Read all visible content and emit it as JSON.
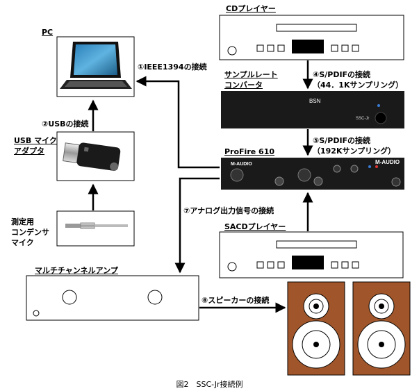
{
  "labels": {
    "pc": "PC",
    "usb_adapter": [
      "USB マイク",
      "アダプタ"
    ],
    "mic": [
      "測定用",
      "コンデンサ",
      "マイク"
    ],
    "cd_player": "CDプレイヤー",
    "src": [
      "サンプルレート",
      "コンバータ"
    ],
    "profire": "ProFire 610",
    "sacd_player": "SACDプレイヤー",
    "amp": "マルチチャンネルアンプ"
  },
  "connections": {
    "c1": "①IEEE1394の接続",
    "c2": "②USBの接続",
    "c4": [
      "④S/PDIFの接続",
      "（44．1Kサンプリング）"
    ],
    "c5": [
      "⑤S/PDIFの接続",
      "（192Kサンプリング）"
    ],
    "c7": "⑦アナログ出力信号の接続",
    "c8": "⑧スピーカーの接続"
  },
  "device_text": {
    "bsn": "BSN",
    "ssc_jr": "SSC-Jr",
    "m_audio": "M-AUDIO"
  },
  "caption": "図2　SSC-Jr接続例",
  "colors": {
    "speaker_wood": "#a0562a",
    "device_dark": "#1a1a1a"
  }
}
